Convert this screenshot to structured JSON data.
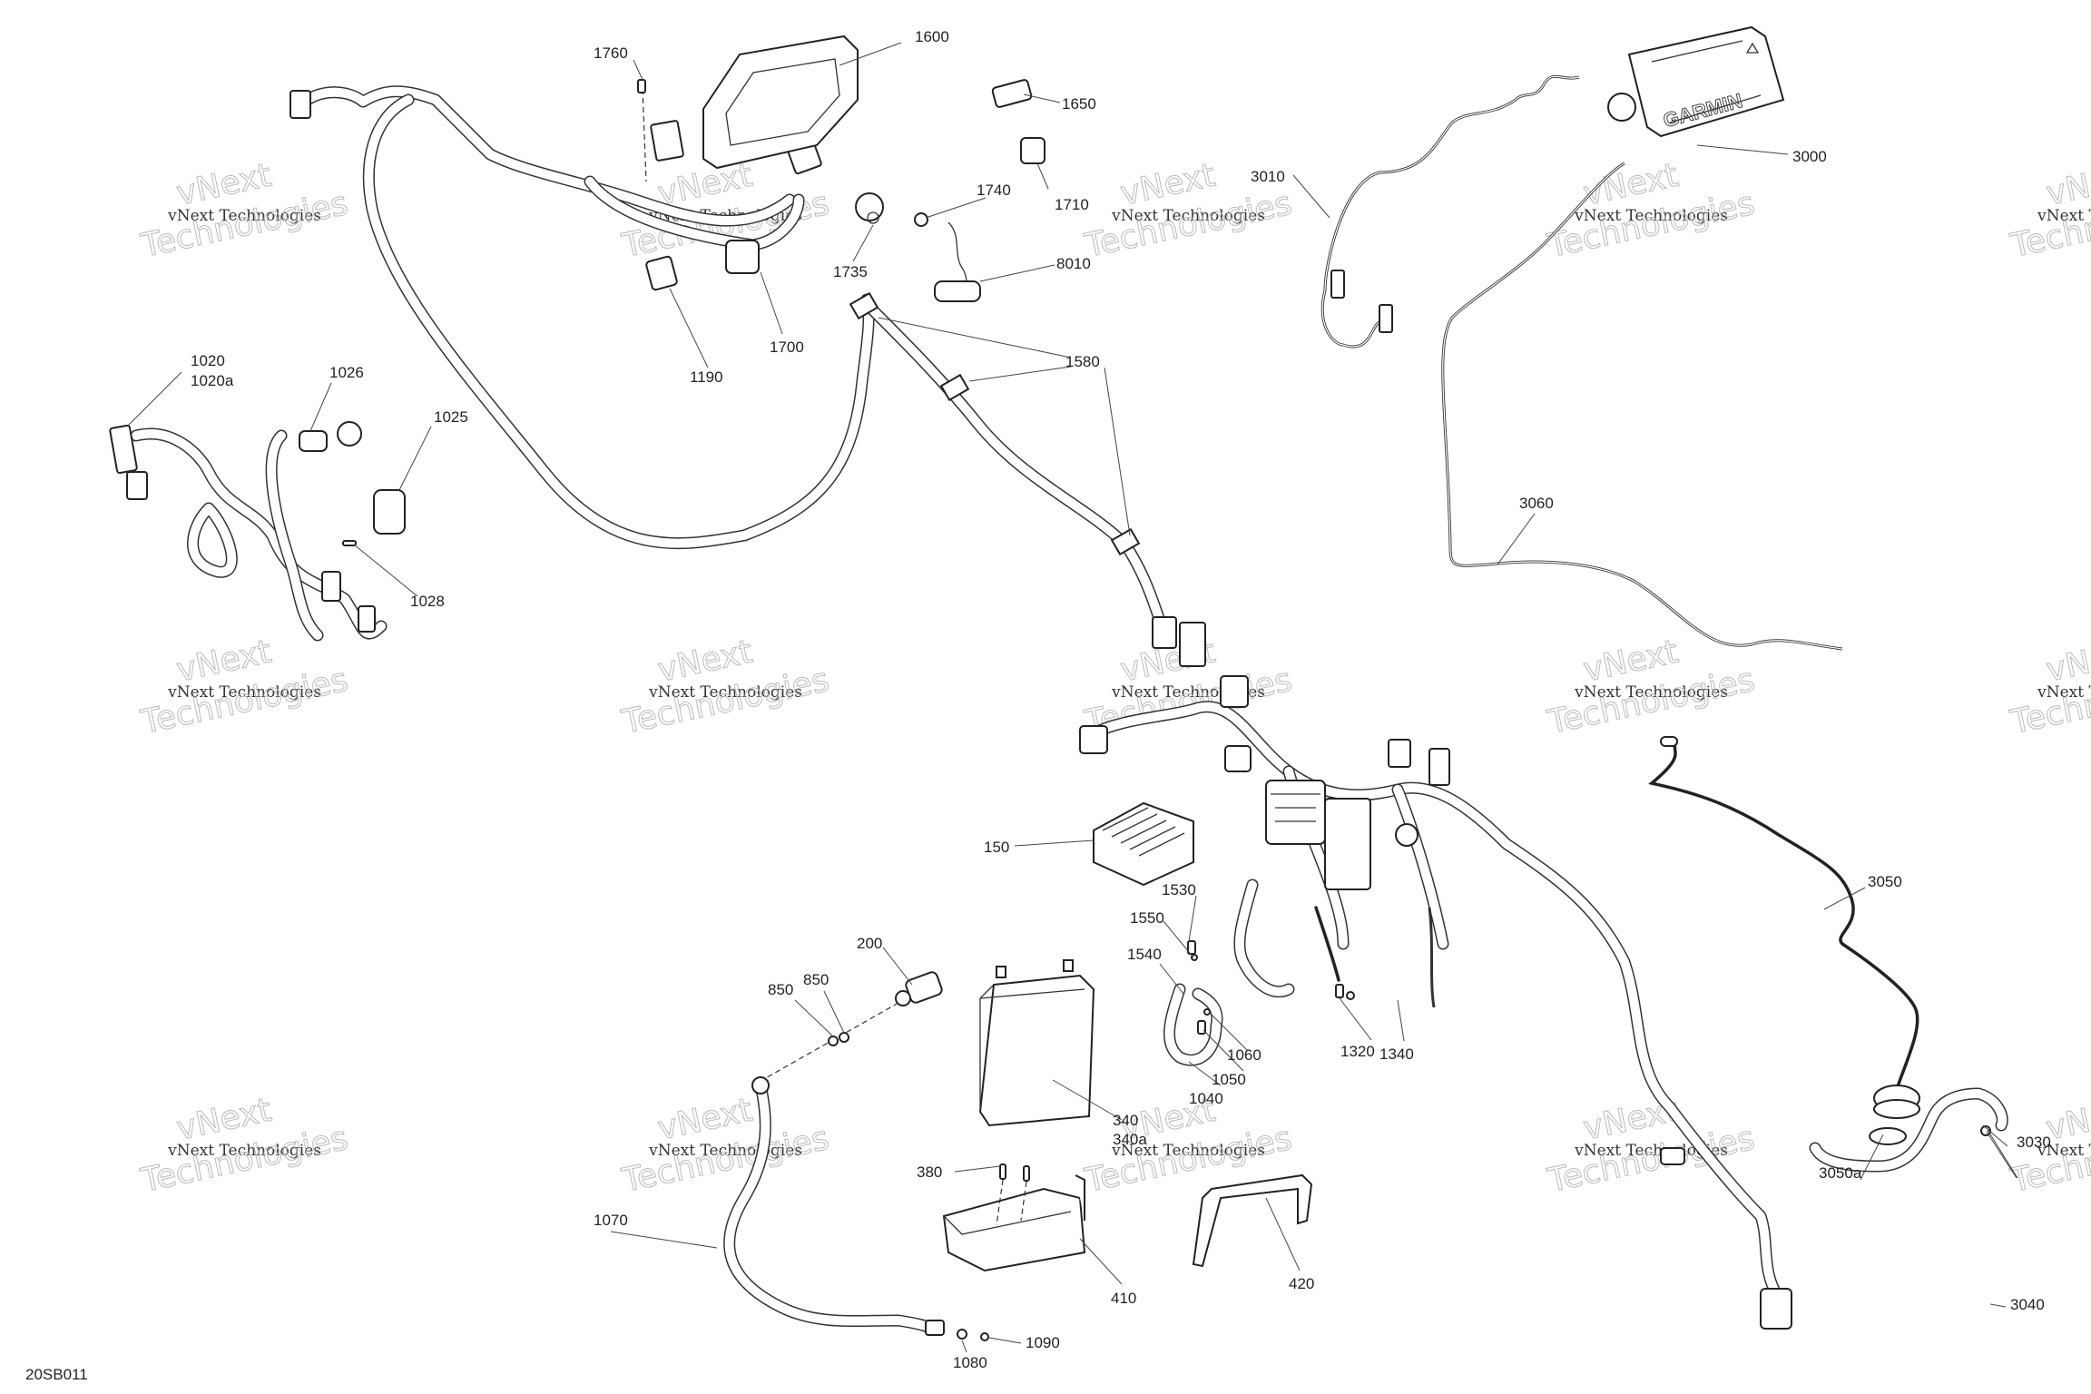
{
  "diagram": {
    "title": "Electrical harness exploded parts diagram",
    "drawing_code": "20SB011",
    "watermark": {
      "line1": "vNext Technologies",
      "line2_top": "vNext",
      "line2_bottom": "Technologies"
    },
    "display_brand": "GARMIN",
    "callouts": [
      {
        "id": "1760",
        "label": "1760"
      },
      {
        "id": "1600",
        "label": "1600"
      },
      {
        "id": "1650",
        "label": "1650"
      },
      {
        "id": "1740",
        "label": "1740"
      },
      {
        "id": "1710",
        "label": "1710"
      },
      {
        "id": "1735",
        "label": "1735"
      },
      {
        "id": "8010",
        "label": "8010"
      },
      {
        "id": "1190",
        "label": "1190"
      },
      {
        "id": "1700",
        "label": "1700"
      },
      {
        "id": "1580",
        "label": "1580"
      },
      {
        "id": "1020",
        "label": "1020"
      },
      {
        "id": "1020a",
        "label": "1020a"
      },
      {
        "id": "1026",
        "label": "1026"
      },
      {
        "id": "1025",
        "label": "1025"
      },
      {
        "id": "1028",
        "label": "1028"
      },
      {
        "id": "3010",
        "label": "3010"
      },
      {
        "id": "3000",
        "label": "3000"
      },
      {
        "id": "3060",
        "label": "3060"
      },
      {
        "id": "150",
        "label": "150"
      },
      {
        "id": "1530",
        "label": "1530"
      },
      {
        "id": "1550",
        "label": "1550"
      },
      {
        "id": "1540",
        "label": "1540"
      },
      {
        "id": "1060",
        "label": "1060"
      },
      {
        "id": "1050",
        "label": "1050"
      },
      {
        "id": "1040",
        "label": "1040"
      },
      {
        "id": "1320",
        "label": "1320"
      },
      {
        "id": "1340",
        "label": "1340"
      },
      {
        "id": "200",
        "label": "200"
      },
      {
        "id": "850a",
        "label": "850"
      },
      {
        "id": "850b",
        "label": "850"
      },
      {
        "id": "340",
        "label": "340"
      },
      {
        "id": "340a",
        "label": "340a"
      },
      {
        "id": "380",
        "label": "380"
      },
      {
        "id": "410",
        "label": "410"
      },
      {
        "id": "420",
        "label": "420"
      },
      {
        "id": "1070",
        "label": "1070"
      },
      {
        "id": "1080",
        "label": "1080"
      },
      {
        "id": "1090",
        "label": "1090"
      },
      {
        "id": "3050",
        "label": "3050"
      },
      {
        "id": "3050a",
        "label": "3050a"
      },
      {
        "id": "3030",
        "label": "3030"
      },
      {
        "id": "3040",
        "label": "3040"
      }
    ]
  }
}
